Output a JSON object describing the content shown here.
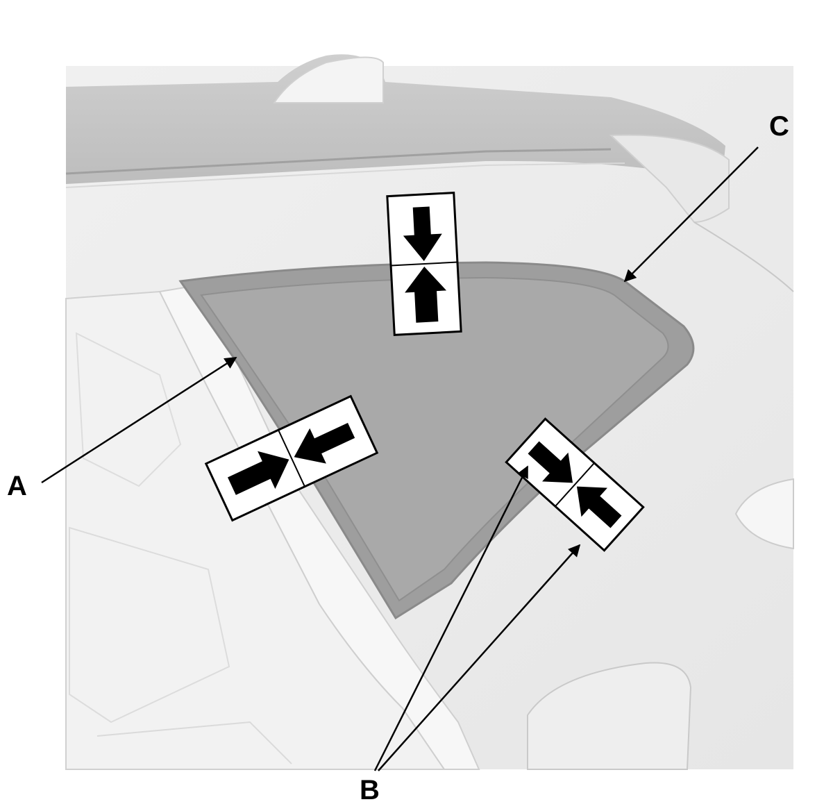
{
  "labels": {
    "a": "A",
    "b": "B",
    "c": "C"
  },
  "icons": {
    "marker_top": "vertical-alignment-marker-icon",
    "marker_left": "horizontal-alignment-marker-icon",
    "marker_right": "diagonal-alignment-marker-icon"
  },
  "colors": {
    "glass": "#a8a8a8",
    "body_panel": "#ececec",
    "line": "#000000",
    "marker_fill": "#000000",
    "marker_bg": "#ffffff"
  }
}
